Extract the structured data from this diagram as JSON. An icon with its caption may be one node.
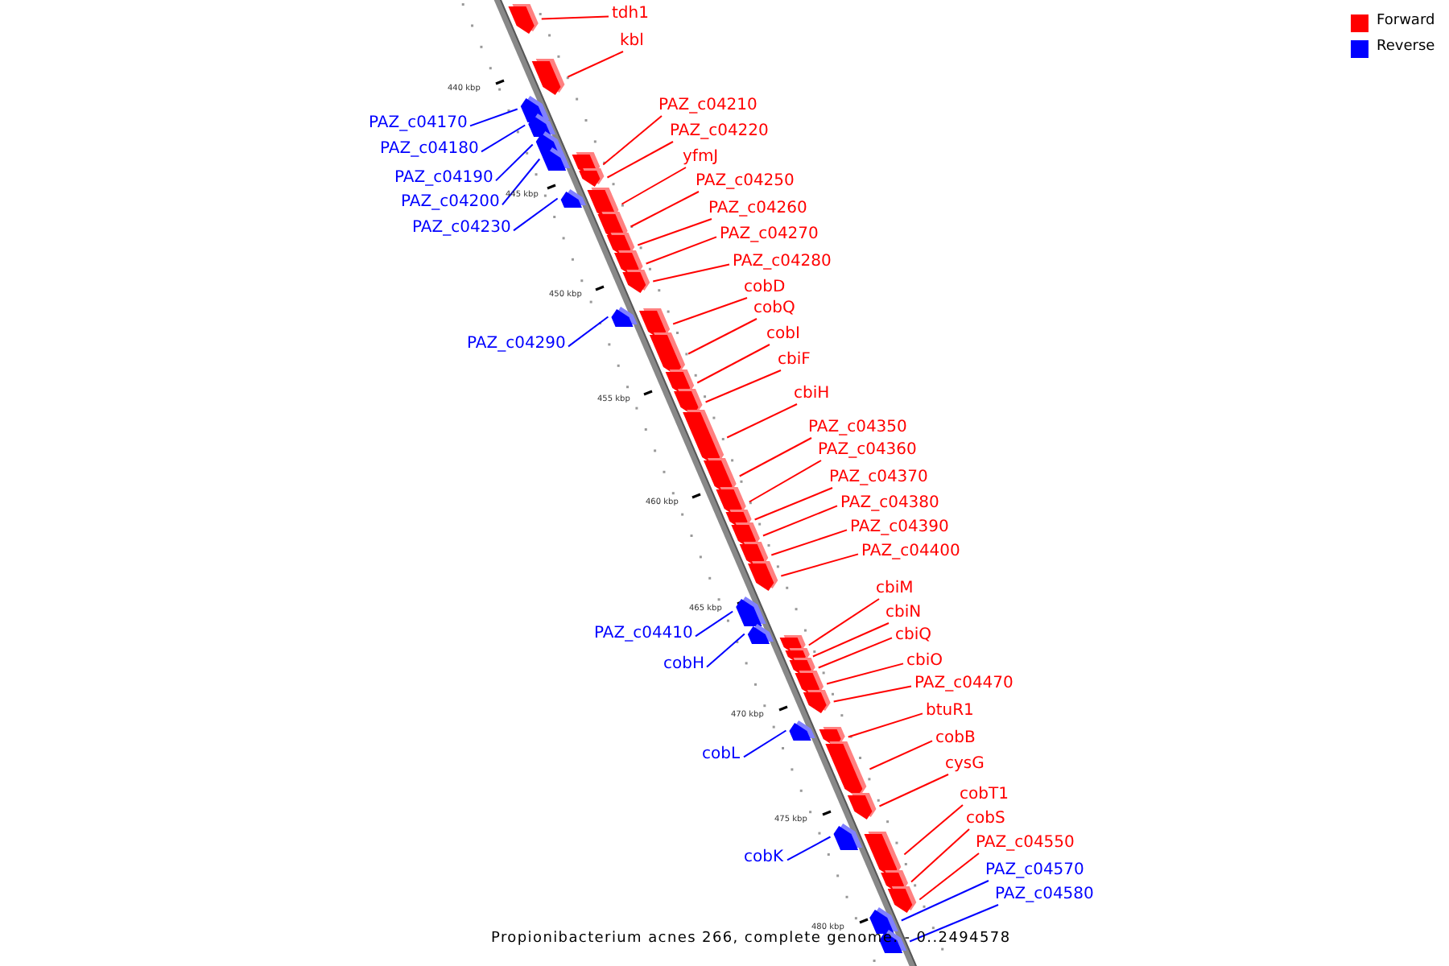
{
  "diagram": {
    "caption": "Propionibacterium acnes 266, complete genome. - 0..2494578",
    "nodes": [
      {
        "text": [
          "tdh1"
        ]
      },
      {
        "text": [
          "kbl"
        ]
      },
      {
        "text": [
          "PAZ_c04210"
        ]
      },
      {
        "text": [
          "PAZ_c04170"
        ]
      },
      {
        "text": [
          "PAZ_c04220"
        ]
      },
      {
        "text": [
          "PAZ_c04180"
        ]
      },
      {
        "text": [
          "yfmJ"
        ]
      },
      {
        "text": [
          "PAZ_c04190"
        ]
      },
      {
        "text": [
          "PAZ_c04250"
        ]
      },
      {
        "text": [
          "PAZ_c04200"
        ]
      },
      {
        "text": [
          "PAZ_c04260"
        ]
      },
      {
        "text": [
          "PAZ_c04230"
        ]
      },
      {
        "text": [
          "PAZ_c04270"
        ]
      },
      {
        "text": [
          "PAZ_c04280"
        ]
      },
      {
        "text": [
          "cobD"
        ]
      },
      {
        "text": [
          "cobQ"
        ]
      },
      {
        "text": [
          "cobI"
        ]
      },
      {
        "text": [
          "PAZ_c04290"
        ]
      },
      {
        "text": [
          "cbiF"
        ]
      },
      {
        "text": [
          "cbiH"
        ]
      },
      {
        "text": [
          "PAZ_c04350"
        ]
      },
      {
        "text": [
          "PAZ_c04360"
        ]
      },
      {
        "text": [
          "PAZ_c04370"
        ]
      },
      {
        "text": [
          "PAZ_c04380"
        ]
      },
      {
        "text": [
          "PAZ_c04390"
        ]
      },
      {
        "text": [
          "PAZ_c04400"
        ]
      },
      {
        "text": [
          "cbiM"
        ]
      },
      {
        "text": [
          "cbiN"
        ]
      },
      {
        "text": [
          "PAZ_c04410"
        ]
      },
      {
        "text": [
          "cbiQ"
        ]
      },
      {
        "text": [
          "cbiO"
        ]
      },
      {
        "text": [
          "cobH"
        ]
      },
      {
        "text": [
          "PAZ_c04470"
        ]
      },
      {
        "text": [
          "btuR1"
        ]
      },
      {
        "text": [
          "cobB"
        ]
      },
      {
        "text": [
          "cobL"
        ]
      },
      {
        "text": [
          "cysG"
        ]
      },
      {
        "text": [
          "cobT1"
        ]
      },
      {
        "text": [
          "cobS"
        ]
      },
      {
        "text": [
          "PAZ_c04550"
        ]
      },
      {
        "text": [
          "cobK"
        ]
      },
      {
        "text": [
          "PAZ_c04570"
        ]
      },
      {
        "text": [
          "PAZ_c04580"
        ]
      },
      {
        "text": [],
        "shape": "arrow"
      },
      {
        "text": [],
        "shape": "arrow"
      },
      {
        "text": [],
        "shape": "arrow"
      },
      {
        "text": [],
        "shape": "arrow"
      },
      {
        "text": [],
        "shape": "arrow"
      },
      {
        "text": [],
        "shape": "arrow"
      },
      {
        "text": [],
        "shape": "arrow"
      },
      {
        "text": [],
        "shape": "arrow"
      },
      {
        "text": [],
        "shape": "arrow"
      },
      {
        "text": [],
        "shape": "arrow"
      },
      {
        "text": [],
        "shape": "arrow"
      },
      {
        "text": [],
        "shape": "arrow"
      },
      {
        "text": [],
        "shape": "arrow"
      },
      {
        "text": [],
        "shape": "arrow"
      },
      {
        "text": [],
        "shape": "arrow"
      },
      {
        "text": [],
        "shape": "arrow"
      },
      {
        "text": [],
        "shape": "arrow"
      },
      {
        "text": [],
        "shape": "arrow"
      },
      {
        "text": [],
        "shape": "arrow"
      },
      {
        "text": [],
        "shape": "arrow"
      },
      {
        "text": [],
        "shape": "arrow"
      },
      {
        "text": [],
        "shape": "arrow"
      },
      {
        "text": [],
        "shape": "arrow"
      },
      {
        "text": [],
        "shape": "arrow"
      },
      {
        "text": [],
        "shape": "arrow"
      },
      {
        "text": [],
        "shape": "arrow"
      },
      {
        "text": [],
        "shape": "arrow"
      },
      {
        "text": [],
        "shape": "arrow"
      },
      {
        "text": [],
        "shape": "arrow"
      },
      {
        "text": [],
        "shape": "arrow"
      },
      {
        "text": [],
        "shape": "arrow"
      },
      {
        "text": [],
        "shape": "arrow"
      },
      {
        "text": [],
        "shape": "arrow"
      },
      {
        "text": [],
        "shape": "arrow"
      },
      {
        "text": [],
        "shape": "arrow"
      },
      {
        "text": [],
        "shape": "arrow"
      },
      {
        "text": [],
        "shape": "arrow"
      },
      {
        "text": [],
        "shape": "arrow"
      },
      {
        "text": [],
        "shape": "arrow"
      },
      {
        "text": [],
        "shape": "arrow"
      },
      {
        "text": [],
        "shape": "arrow"
      },
      {
        "text": [],
        "shape": "arrow"
      },
      {
        "text": [],
        "shape": "arrow"
      }
    ],
    "edges": [
      {
        "from": 0,
        "to": 43,
        "arrow": "none"
      },
      {
        "from": 1,
        "to": 44,
        "arrow": "none"
      },
      {
        "from": 2,
        "to": 45,
        "arrow": "none"
      },
      {
        "from": 3,
        "to": 46,
        "arrow": "none",
        "color": "#0000ff"
      },
      {
        "from": 4,
        "to": 47,
        "arrow": "none"
      },
      {
        "from": 5,
        "to": 48,
        "arrow": "none",
        "color": "#0000ff"
      },
      {
        "from": 6,
        "to": 49,
        "arrow": "none"
      },
      {
        "from": 7,
        "to": 50,
        "arrow": "none",
        "color": "#0000ff"
      },
      {
        "from": 8,
        "to": 51,
        "arrow": "none"
      },
      {
        "from": 9,
        "to": 52,
        "arrow": "none",
        "color": "#0000ff"
      },
      {
        "from": 10,
        "to": 53,
        "arrow": "none"
      },
      {
        "from": 11,
        "to": 54,
        "arrow": "none",
        "color": "#0000ff"
      },
      {
        "from": 12,
        "to": 55,
        "arrow": "none"
      },
      {
        "from": 13,
        "to": 56,
        "arrow": "none"
      },
      {
        "from": 14,
        "to": 57,
        "arrow": "none"
      },
      {
        "from": 15,
        "to": 58,
        "arrow": "none"
      },
      {
        "from": 16,
        "to": 59,
        "arrow": "none"
      },
      {
        "from": 17,
        "to": 60,
        "arrow": "none",
        "color": "#0000ff"
      },
      {
        "from": 18,
        "to": 61,
        "arrow": "none"
      },
      {
        "from": 19,
        "to": 62,
        "arrow": "none"
      },
      {
        "from": 20,
        "to": 63,
        "arrow": "none"
      },
      {
        "from": 21,
        "to": 64,
        "arrow": "none"
      },
      {
        "from": 22,
        "to": 65,
        "arrow": "none"
      },
      {
        "from": 23,
        "to": 66,
        "arrow": "none"
      },
      {
        "from": 24,
        "to": 67,
        "arrow": "none"
      },
      {
        "from": 25,
        "to": 68,
        "arrow": "none"
      },
      {
        "from": 26,
        "to": 69,
        "arrow": "none"
      },
      {
        "from": 27,
        "to": 70,
        "arrow": "none"
      },
      {
        "from": 28,
        "to": 71,
        "arrow": "none",
        "color": "#0000ff"
      },
      {
        "from": 29,
        "to": 72,
        "arrow": "none"
      },
      {
        "from": 30,
        "to": 73,
        "arrow": "none"
      },
      {
        "from": 31,
        "to": 74,
        "arrow": "none",
        "color": "#0000ff"
      },
      {
        "from": 32,
        "to": 75,
        "arrow": "none"
      },
      {
        "from": 33,
        "to": 76,
        "arrow": "none"
      },
      {
        "from": 34,
        "to": 77,
        "arrow": "none"
      },
      {
        "from": 35,
        "to": 78,
        "arrow": "none",
        "color": "#0000ff"
      },
      {
        "from": 36,
        "to": 79,
        "arrow": "none"
      },
      {
        "from": 37,
        "to": 80,
        "arrow": "none"
      },
      {
        "from": 38,
        "to": 81,
        "arrow": "none"
      },
      {
        "from": 39,
        "to": 82,
        "arrow": "none"
      },
      {
        "from": 40,
        "to": 83,
        "arrow": "none",
        "color": "#0000ff"
      },
      {
        "from": 41,
        "to": 84,
        "arrow": "none",
        "color": "#0000ff"
      },
      {
        "from": 42,
        "to": 85,
        "arrow": "none",
        "color": "#0000ff"
      }
    ],
    "labels": [
      "440 kbp",
      "445 kbp",
      "450 kbp",
      "455 kbp",
      "460 kbp",
      "465 kbp",
      "470 kbp",
      "475 kbp",
      "480 kbp"
    ],
    "legend": [
      {
        "text": "Forward",
        "color": "#ff0000"
      },
      {
        "text": "Reverse",
        "color": "#0000ff"
      }
    ]
  }
}
